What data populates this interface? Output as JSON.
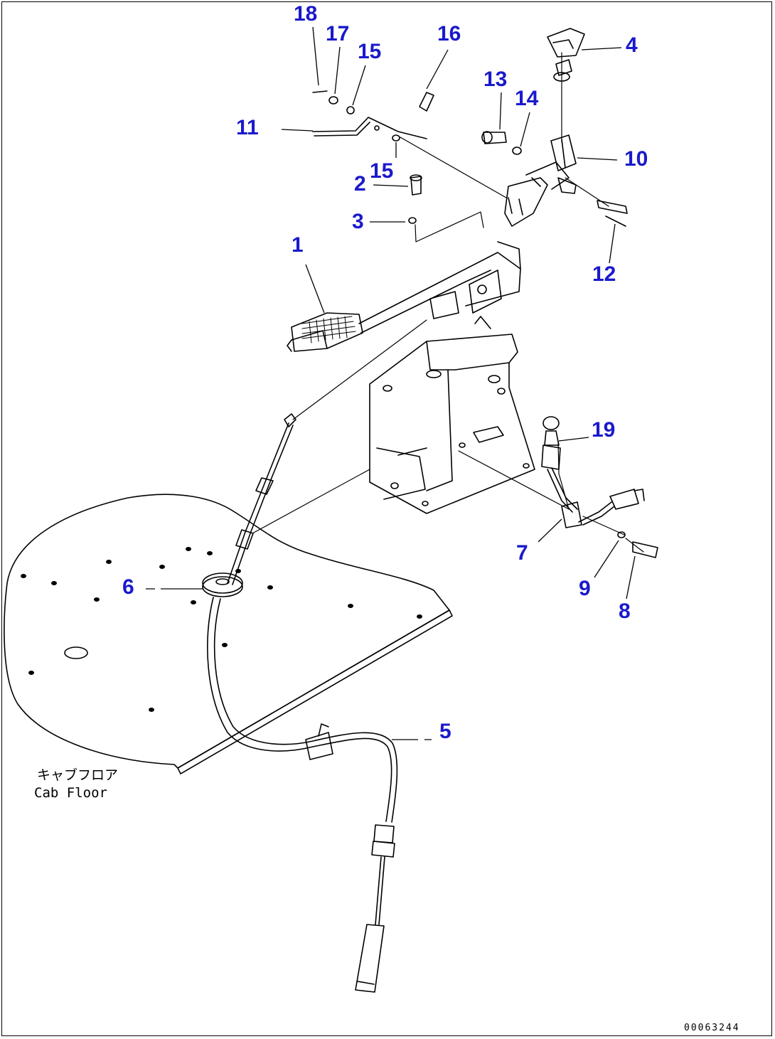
{
  "diagram": {
    "callout_color": "#1a1acc",
    "line_color": "#000000",
    "callouts": [
      {
        "id": "18",
        "label": "18"
      },
      {
        "id": "17",
        "label": "17"
      },
      {
        "id": "15a",
        "label": "15"
      },
      {
        "id": "16",
        "label": "16"
      },
      {
        "id": "4",
        "label": "4"
      },
      {
        "id": "13",
        "label": "13"
      },
      {
        "id": "14",
        "label": "14"
      },
      {
        "id": "11",
        "label": "11"
      },
      {
        "id": "10",
        "label": "10"
      },
      {
        "id": "15b",
        "label": "15"
      },
      {
        "id": "2",
        "label": "2"
      },
      {
        "id": "3",
        "label": "3"
      },
      {
        "id": "1",
        "label": "1"
      },
      {
        "id": "12",
        "label": "12"
      },
      {
        "id": "19",
        "label": "19"
      },
      {
        "id": "7",
        "label": "7"
      },
      {
        "id": "9",
        "label": "9"
      },
      {
        "id": "8",
        "label": "8"
      },
      {
        "id": "6",
        "label": "6"
      },
      {
        "id": "5",
        "label": "5"
      }
    ],
    "floor_label_jp": "キャブフロア",
    "floor_label_en": "Cab Floor",
    "document_code": "00063244"
  }
}
